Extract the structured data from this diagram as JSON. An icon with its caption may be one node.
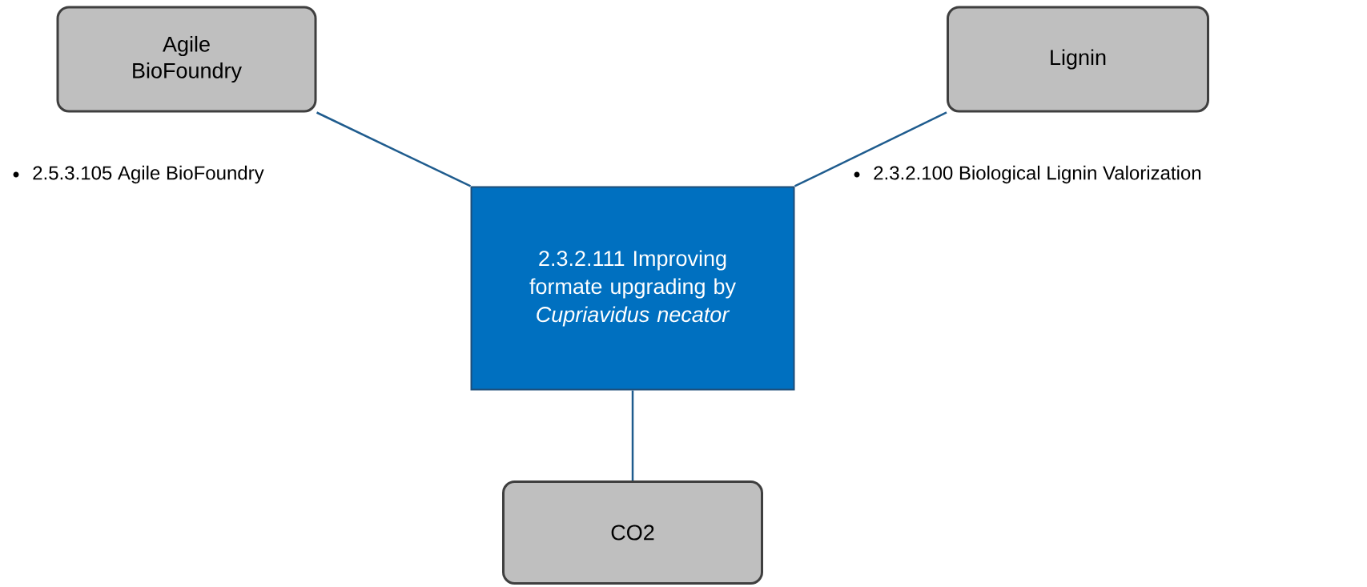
{
  "diagram": {
    "nodes": [
      {
        "text": [
          "Agile BioFoundry"
        ]
      },
      {
        "text": [
          "Lignin"
        ]
      },
      {
        "text": [
          "2.3.2.111 Improving formate upgrading by *Cupriavidus necator*"
        ]
      },
      {
        "text": [
          "CO2"
        ]
      }
    ],
    "edges": [
      {
        "from": 0,
        "to": 2,
        "arrow": "none"
      },
      {
        "from": 1,
        "to": 2,
        "arrow": "none"
      },
      {
        "from": 2,
        "to": 3,
        "arrow": "none"
      }
    ],
    "labels": [
      "2.5.3.105 Agile BioFoundry",
      "2.3.2.100 Biological Lignin Valorization"
    ]
  }
}
